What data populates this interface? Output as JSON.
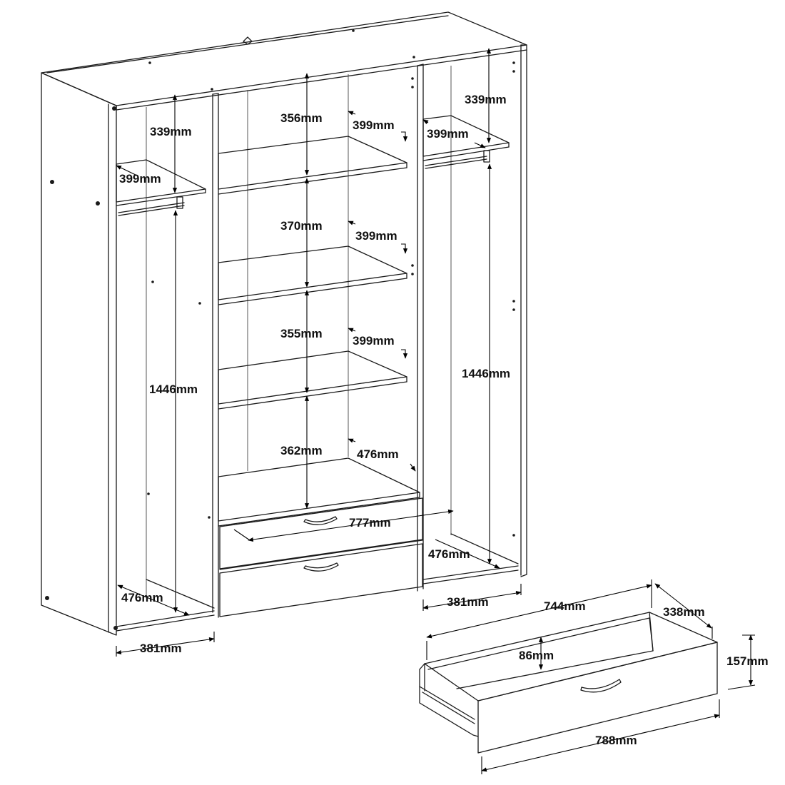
{
  "drawing": {
    "colors": {
      "line": "#1a1a1a",
      "background": "#ffffff",
      "dimension": "#000000"
    },
    "wardrobe": {
      "left_section": {
        "top_shelf_clearance": "339mm",
        "shelf_depth": "399mm",
        "hanging_height": "1446mm",
        "base_depth": "476mm",
        "width": "381mm"
      },
      "center_section": {
        "shelf_gap_1": "356mm",
        "shelf_gap_2": "370mm",
        "shelf_gap_3": "355mm",
        "shelf_gap_4": "362mm",
        "shelf_depth_1": "399mm",
        "shelf_depth_2": "399mm",
        "shelf_depth_3": "399mm",
        "bottom_depth": "476mm",
        "width": "777mm"
      },
      "right_section": {
        "top_shelf_clearance": "339mm",
        "shelf_depth": "399mm",
        "hanging_height": "1446mm",
        "base_depth": "476mm",
        "width": "381mm"
      }
    },
    "drawer": {
      "inner_width": "744mm",
      "depth": "338mm",
      "inner_height": "86mm",
      "front_height": "157mm",
      "front_width": "788mm"
    }
  }
}
